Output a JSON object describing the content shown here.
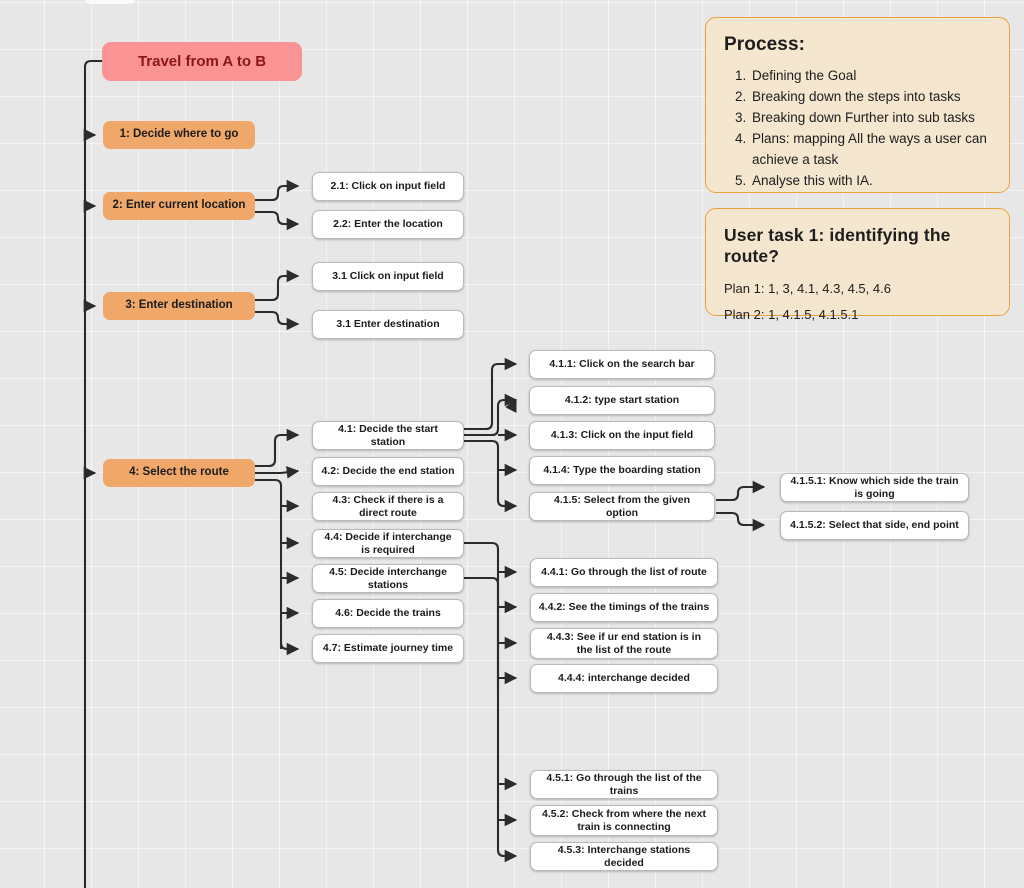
{
  "canvas": {
    "background_color": "#e7e7e7",
    "grid_color": "#ffffff",
    "wire_color": "#2b2b2b"
  },
  "diagram": {
    "title_node": {
      "label": "Travel from A to B",
      "fill": "#fa9393",
      "text_color": "#8c1616"
    },
    "level1": [
      {
        "id": "1",
        "label": "1: Decide where to go"
      },
      {
        "id": "2",
        "label": "2: Enter current location"
      },
      {
        "id": "3",
        "label": "3: Enter destination"
      },
      {
        "id": "4",
        "label": "4: Select the route"
      }
    ],
    "level1_fill": "#f0a86a",
    "group_2": [
      {
        "id": "2.1",
        "label": "2.1: Click on input field"
      },
      {
        "id": "2.2",
        "label": "2.2: Enter the location"
      }
    ],
    "group_3": [
      {
        "id": "3.1a",
        "label": "3.1 Click on input field"
      },
      {
        "id": "3.1b",
        "label": "3.1 Enter destination"
      }
    ],
    "group_4": [
      {
        "id": "4.1",
        "label": "4.1: Decide the start station"
      },
      {
        "id": "4.2",
        "label": "4.2: Decide the end station"
      },
      {
        "id": "4.3",
        "label": "4.3: Check if there is a direct route"
      },
      {
        "id": "4.4",
        "label": "4.4: Decide if interchange is required"
      },
      {
        "id": "4.5",
        "label": "4.5: Decide interchange stations"
      },
      {
        "id": "4.6",
        "label": "4.6: Decide the trains"
      },
      {
        "id": "4.7",
        "label": "4.7: Estimate journey time"
      }
    ],
    "group_4_1": [
      {
        "id": "4.1.1",
        "label": "4.1.1:  Click on the search bar"
      },
      {
        "id": "4.1.2",
        "label": "4.1.2:  type start station"
      },
      {
        "id": "4.1.3",
        "label": "4.1.3:  Click on the input field"
      },
      {
        "id": "4.1.4",
        "label": "4.1.4:  Type the boarding station"
      },
      {
        "id": "4.1.5",
        "label": "4.1.5:  Select from the given option"
      }
    ],
    "group_4_1_5": [
      {
        "id": "4.1.5.1",
        "label": "4.1.5.1:  Know which side the train is going"
      },
      {
        "id": "4.1.5.2",
        "label": "4.1.5.2:  Select that side, end point"
      }
    ],
    "group_4_4": [
      {
        "id": "4.4.1",
        "label": "4.4.1: Go through the list of route"
      },
      {
        "id": "4.4.2",
        "label": "4.4.2: See the timings of the trains"
      },
      {
        "id": "4.4.3",
        "label": "4.4.3: See if ur end station is in the list of the route"
      },
      {
        "id": "4.4.4",
        "label": "4.4.4: interchange decided"
      }
    ],
    "group_4_5": [
      {
        "id": "4.5.1",
        "label": "4.5.1: Go through the list of the trains"
      },
      {
        "id": "4.5.2",
        "label": "4.5.2: Check from where the next train is connecting"
      },
      {
        "id": "4.5.3",
        "label": "4.5.3: Interchange stations decided"
      }
    ]
  },
  "panels": {
    "process": {
      "heading": "Process:",
      "steps": [
        "Defining the Goal",
        "Breaking down the steps into tasks",
        "Breaking down Further into sub tasks",
        "Plans: mapping All the ways a user can achieve a task",
        "Analyse this with IA."
      ]
    },
    "user_task": {
      "heading": "User task 1: identifying the route?",
      "plan1": "Plan 1: 1, 3, 4.1, 4.3, 4.5, 4.6",
      "plan2": "Plan 2: 1, 4.1.5, 4.1.5.1"
    },
    "fill": "#f5e6cf",
    "border": "#e8a33d"
  }
}
